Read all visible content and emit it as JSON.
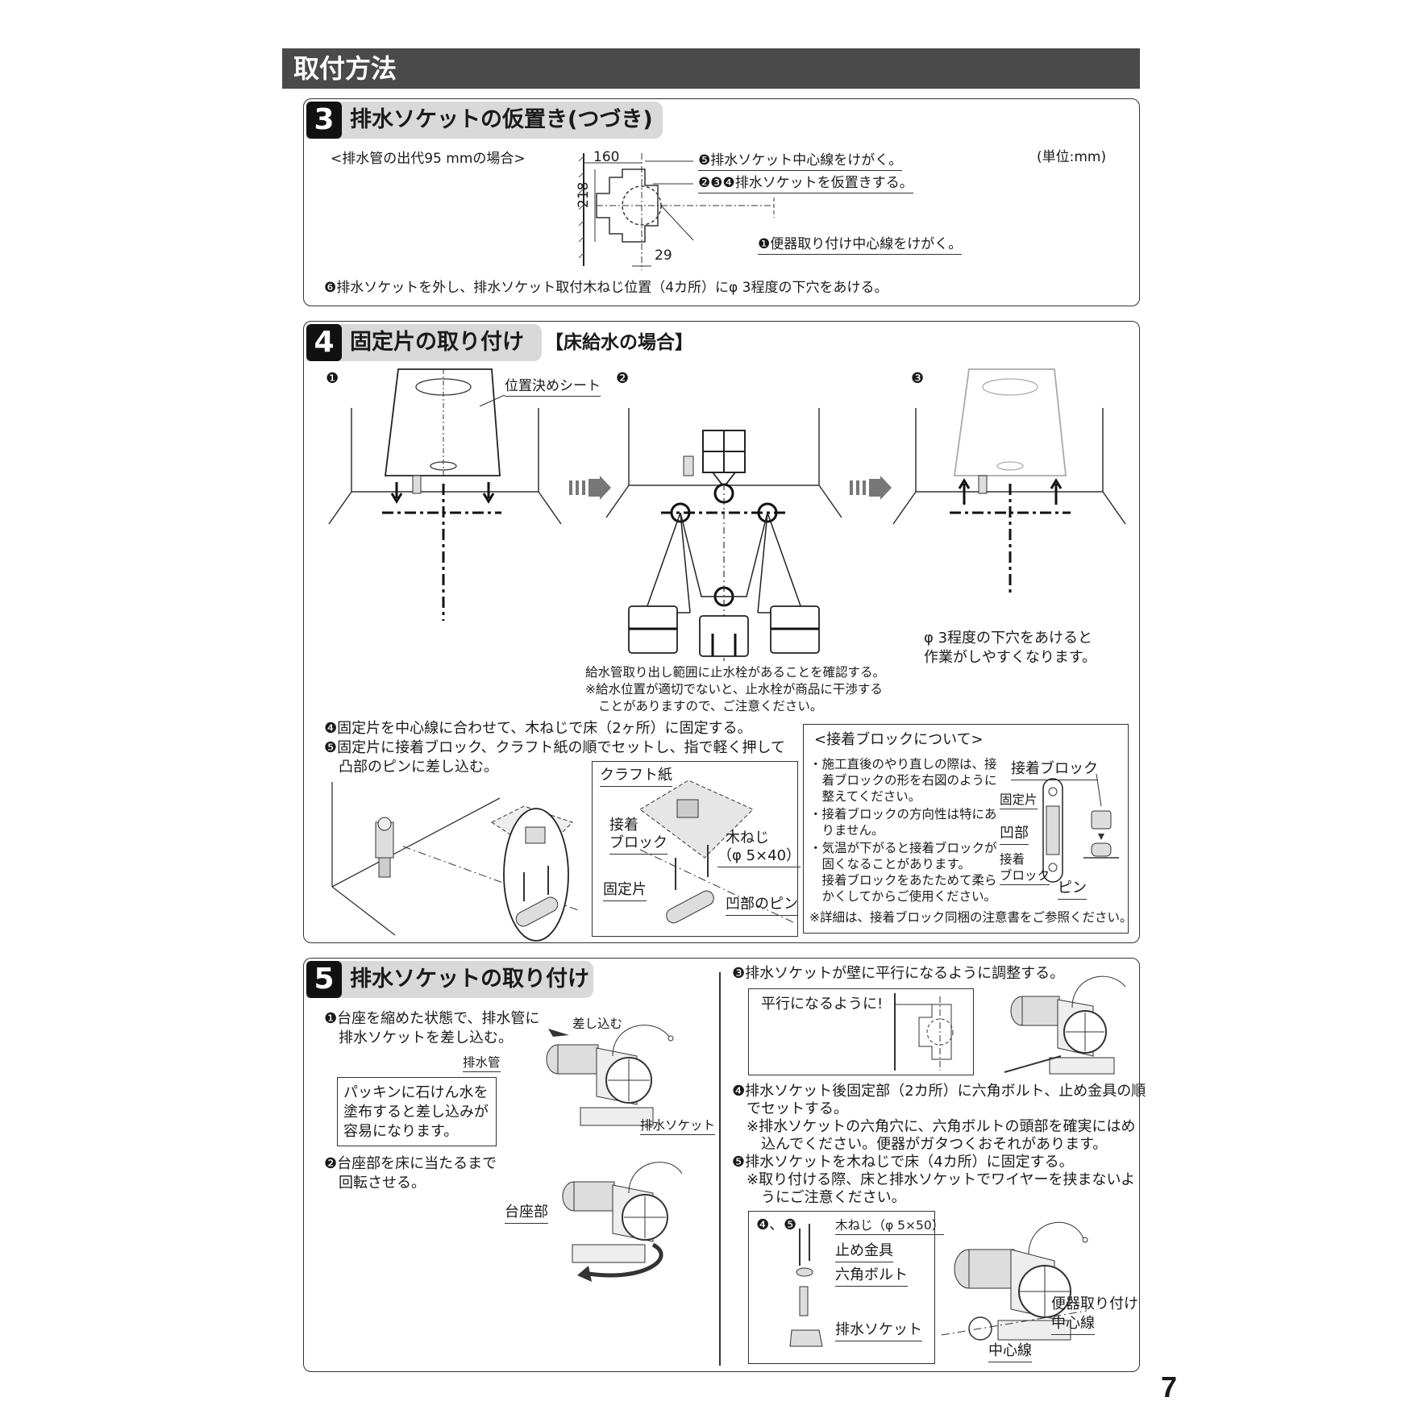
{
  "section_title": "取付方法",
  "step3": {
    "number": "3",
    "title": "排水ソケットの仮置き(つづき)",
    "case_note": "<排水管の出代95 mmの場合>",
    "unit_note": "(単位:mm)",
    "dim_160": "160",
    "dim_218": "218",
    "dim_29": "29",
    "callout_5": "❺排水ソケット中心線をけがく。",
    "callout_234": "❷❸❹排水ソケットを仮置きする。",
    "callout_1": "❶便器取り付け中心線をけがく。",
    "instruction_6": "❻排水ソケットを外し、排水ソケット取付木ねじ位置（4カ所）にφ 3程度の下穴をあける。"
  },
  "step4": {
    "number": "4",
    "title": "固定片の取り付け",
    "subtitle": "【床給水の場合】",
    "sub1": "❶",
    "sub2": "❷",
    "sub3": "❸",
    "label_sheet": "位置決めシート",
    "water_note_1": "給水管取り出し範囲に止水栓があることを確認する。",
    "water_note_2": "※給水位置が適切でないと、止水栓が商品に干渉する",
    "water_note_3": "ことがありますので、ご注意ください。",
    "hole_note_1": "φ 3程度の下穴をあけると",
    "hole_note_2": "作業がしやすくなります。",
    "instruction_4": "❹固定片を中心線に合わせて、木ねじで床（2ヶ所）に固定する。",
    "instruction_5a": "❺固定片に接着ブロック、クラフト紙の順でセットし、指で軽く押して",
    "instruction_5b": "凸部のピンに差し込む。",
    "label_kraft": "クラフト紙",
    "label_block_a": "接着",
    "label_block_b": "ブロック",
    "label_screw_a": "木ねじ",
    "label_screw_b": "（φ 5×40）",
    "label_fixing": "固定片",
    "label_pin": "凹部のピン",
    "block_box": {
      "title": "<接着ブロックについて>",
      "lines": [
        "・施工直後のやり直しの際は、接",
        "　着ブロックの形を右図のように",
        "　整えてください。",
        "・接着ブロックの方向性は特にあ",
        "　りません。",
        "・気温が下がると接着ブロックが",
        "　固くなることがあります。",
        "　接着ブロックをあたためて柔ら",
        "　かくしてからご使用ください。"
      ],
      "footer": "※詳細は、接着ブロック同梱の注意書をご参照ください。",
      "label_block": "接着ブロック",
      "label_fixing": "固定片",
      "label_recess": "凹部",
      "label_block2_a": "接着",
      "label_block2_b": "ブロック",
      "label_pin": "ピン"
    }
  },
  "step5": {
    "number": "5",
    "title": "排水ソケットの取り付け",
    "instr_1a": "❶台座を縮めた状態で、排水管に",
    "instr_1b": "排水ソケットを差し込む。",
    "label_insert": "差し込む",
    "label_pipe": "排水管",
    "packing_note": [
      "パッキンに石けん水を",
      "塗布すると差し込みが",
      "容易になります。"
    ],
    "label_socket": "排水ソケット",
    "instr_2a": "❷台座部を床に当たるまで",
    "instr_2b": "回転させる。",
    "label_base": "台座部",
    "instr_3": "❸排水ソケットが壁に平行になるように調整する。",
    "parallel_note": "平行になるように!",
    "instr_4a": "❹排水ソケット後固定部（2カ所）に六角ボルト、止め金具の順",
    "instr_4b": "でセットする。",
    "instr_4c": "※排水ソケットの六角穴に、六角ボルトの頭部を確実にはめ",
    "instr_4d": "込んでください。便器がガタつくおそれがあります。",
    "instr_5a": "❺排水ソケットを木ねじで床（4カ所）に固定する。",
    "instr_5b": "※取り付ける際、床と排水ソケットでワイヤーを挟まないよ",
    "instr_5c": "うにご注意ください。",
    "parts_ref": "❹、❺",
    "label_screw50": "木ねじ（φ 5×50）",
    "label_clamp": "止め金具",
    "label_hexbolt": "六角ボルト",
    "label_socket2": "排水ソケット",
    "label_toilet_center_a": "便器取り付け",
    "label_toilet_center_b": "中心線",
    "label_center": "中心線"
  },
  "page_number": "7"
}
